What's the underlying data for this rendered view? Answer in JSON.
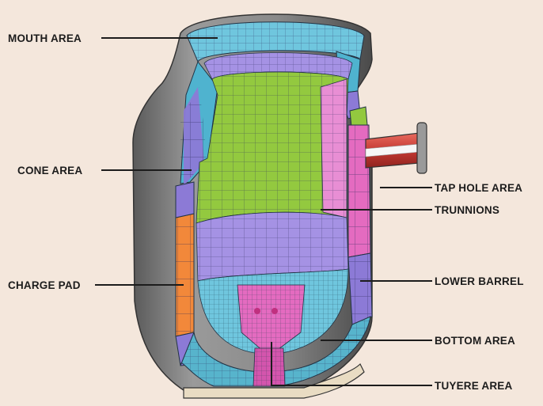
{
  "labels": {
    "mouth": "MOUTH AREA",
    "cone": "CONE AREA",
    "charge_pad": "CHARGE PAD",
    "tap_hole": "TAP HOLE AREA",
    "trunnions": "TRUNNIONS",
    "lower_barrel": "LOWER BARREL",
    "bottom": "BOTTOM AREA",
    "tuyere": "TUYERE AREA"
  },
  "colors": {
    "background": "#f4e7dc",
    "shell": "#7a7a7a",
    "mouth_cyan": "#4fb3cf",
    "cone_purple": "#8c7ad6",
    "trunnion_green": "#93c93f",
    "barrel_violet": "#a592e4",
    "tap_hole_pink": "#e46bc0",
    "charge_pad_orange": "#f2883a",
    "bottom_cyan": "#57b4cc",
    "tuyere_magenta": "#d455ad",
    "tap_pipe_red": "#d2453f"
  }
}
